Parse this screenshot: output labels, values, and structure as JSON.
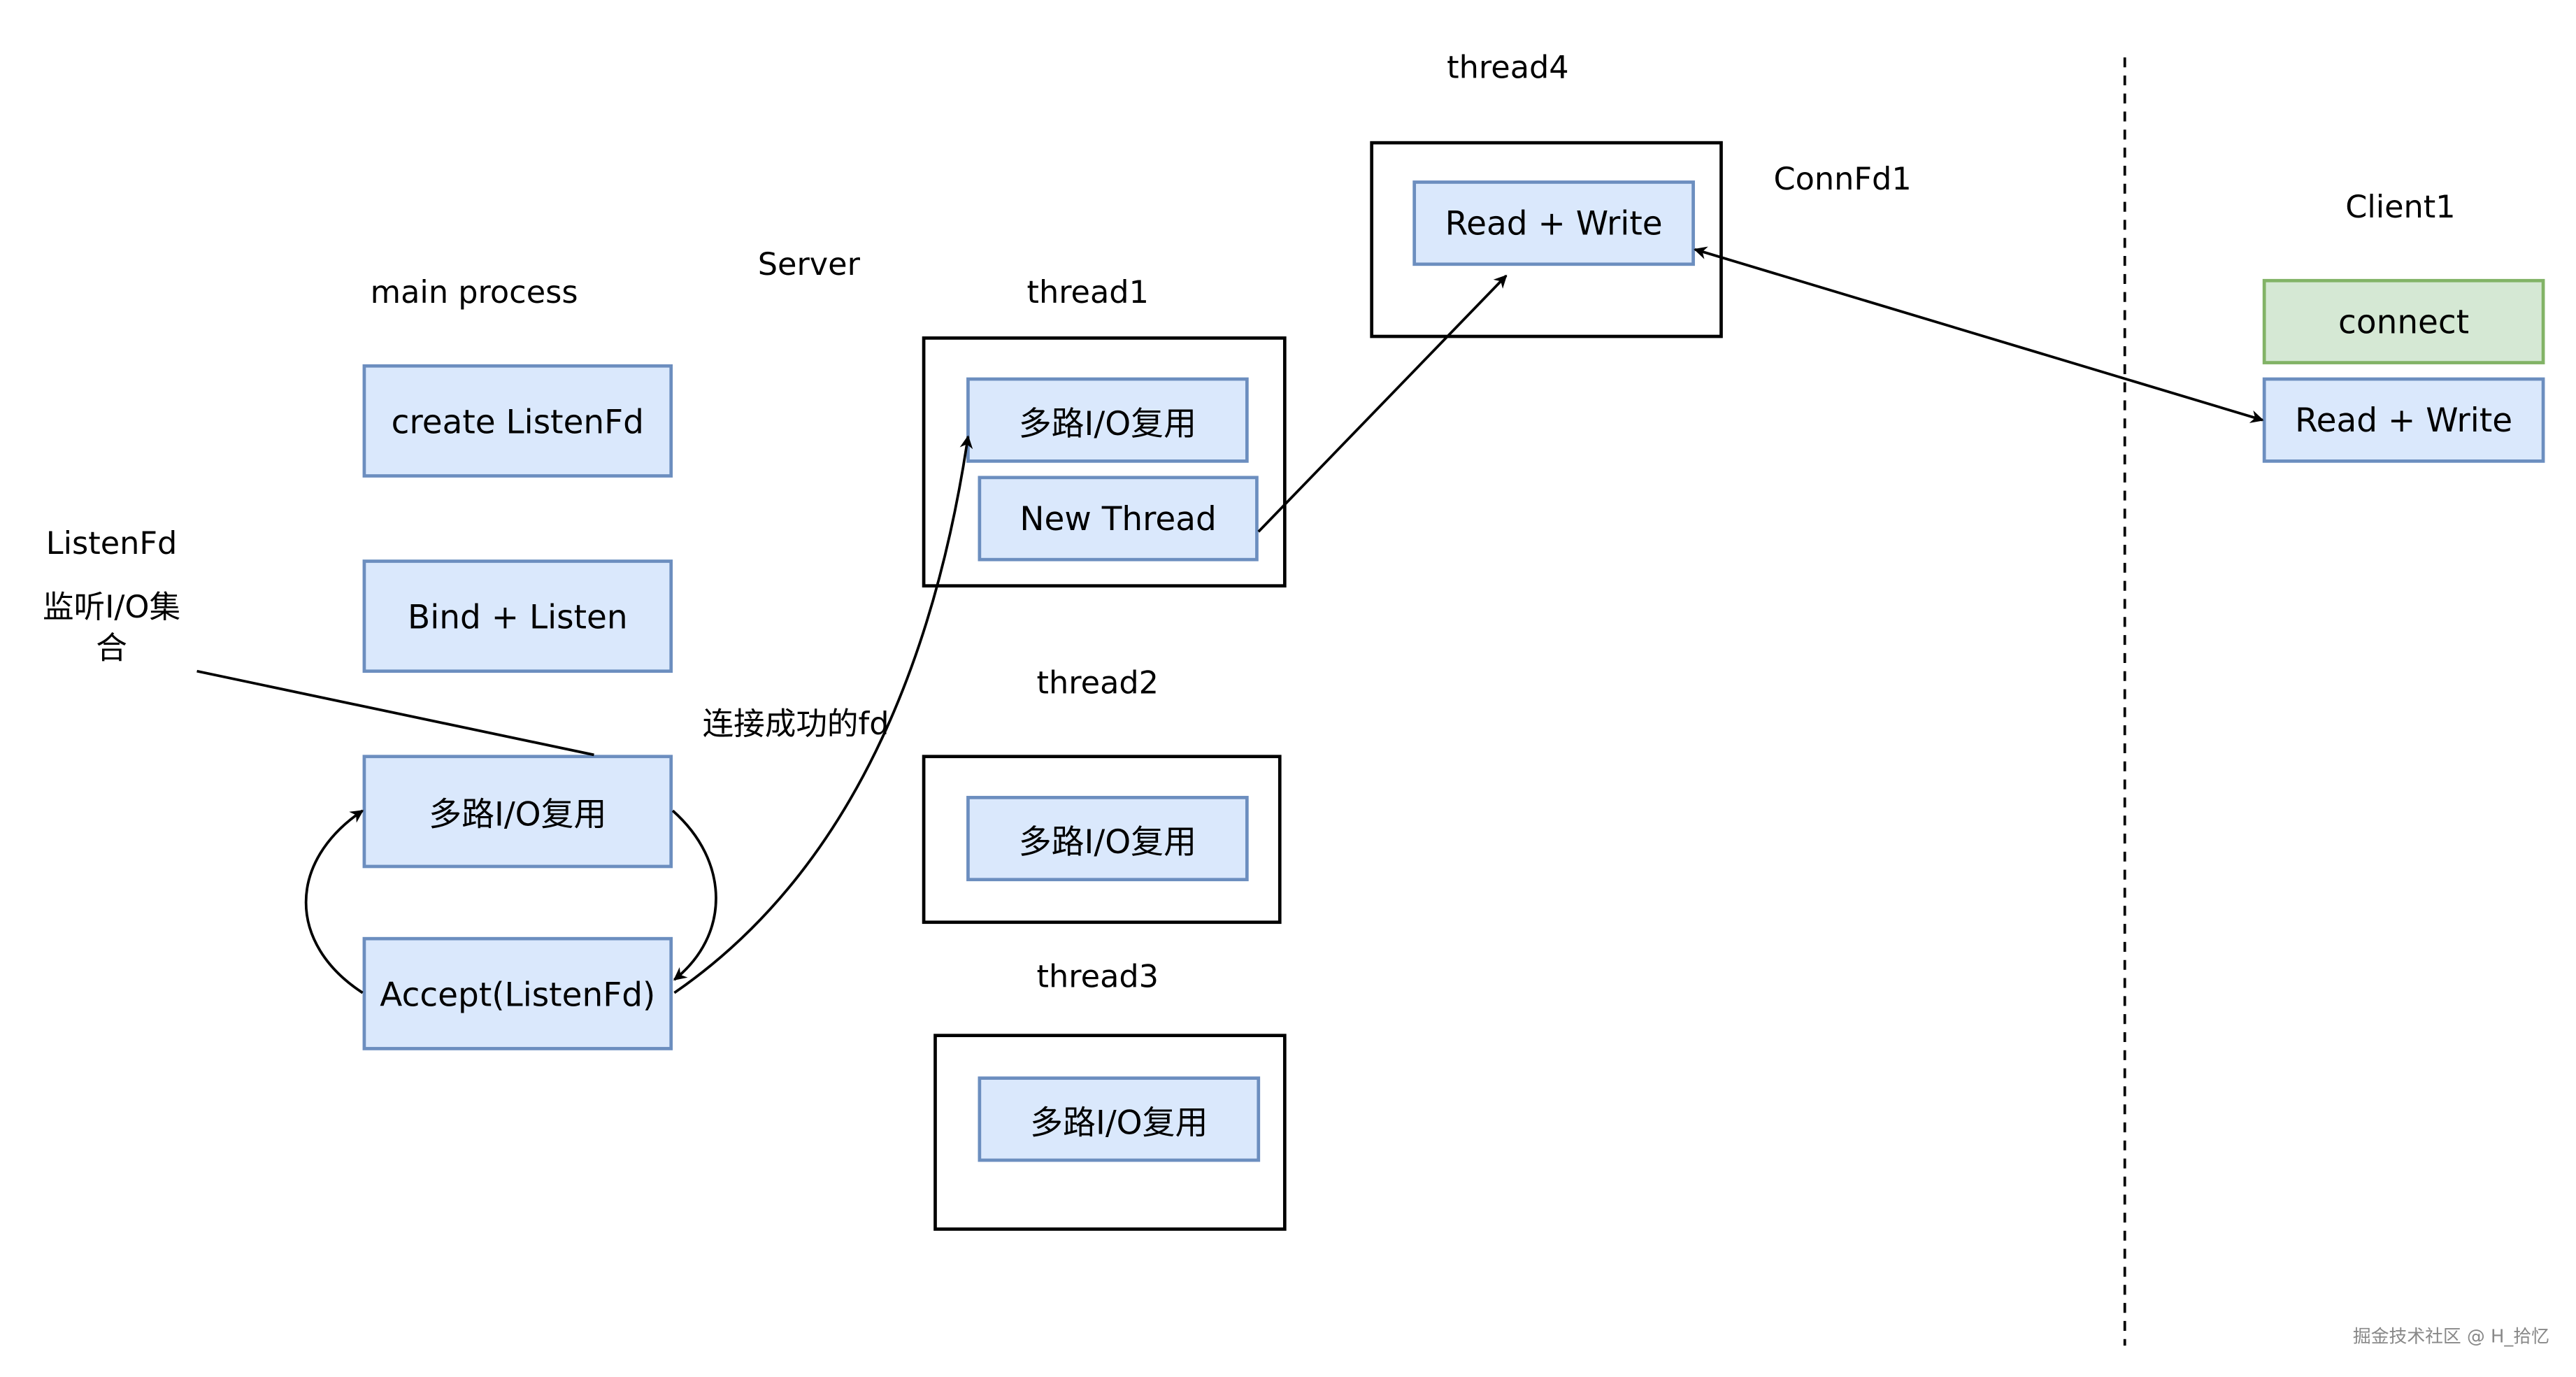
{
  "labels": {
    "main_process": "main process",
    "server": "Server",
    "thread1": "thread1",
    "thread2": "thread2",
    "thread3": "thread3",
    "thread4": "thread4",
    "connfd1": "ConnFd1",
    "client1": "Client1",
    "listenfd": "ListenFd",
    "listen_set": "监听I/O集合",
    "conn_success_fd": "连接成功的fd"
  },
  "main": {
    "create": "create ListenFd",
    "bind": "Bind + Listen",
    "mux": "多路I/O复用",
    "accept": "Accept(ListenFd)"
  },
  "thread1": {
    "mux": "多路I/O复用",
    "new_thread": "New Thread"
  },
  "thread2": {
    "mux": "多路I/O复用"
  },
  "thread3": {
    "mux": "多路I/O复用"
  },
  "thread4": {
    "rw": "Read + Write"
  },
  "client": {
    "connect": "connect",
    "rw": "Read + Write"
  },
  "colors": {
    "blue_fill": "#dae8fc",
    "blue_stroke": "#6c8ebf",
    "green_fill": "#d5e8d4",
    "green_stroke": "#82b366"
  },
  "watermark": "掘金技术社区 @ H_拾忆"
}
